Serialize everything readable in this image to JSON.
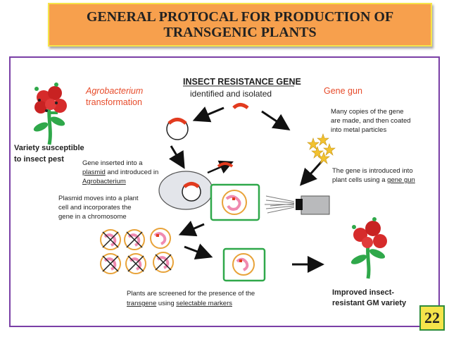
{
  "title": {
    "line1": "GENERAL PROTOCAL FOR PRODUCTION OF",
    "line2": "TRANSGENIC PLANTS"
  },
  "page_number": "22",
  "diagram": {
    "header_bold": "INSECT RESISTANCE GENE",
    "header_sub": "identified and isolated",
    "agro_line1": "Agrobacterium",
    "agro_line2": "transformation",
    "gene_gun": "Gene gun",
    "variety_line1": "Variety  susceptible",
    "variety_line2": "to insect pest",
    "copies_line1": "Many copies of the gene",
    "copies_line2": "are made, and  then coated",
    "copies_line3": "into  metal particles",
    "inserted_line1": "Gene inserted into a",
    "inserted_line2a": "plasmid",
    "inserted_line2b": " and introduced in",
    "inserted_line3": "Agrobacterium",
    "introduced_line1": "The gene is introduced into",
    "introduced_line2a": "plant cells using a ",
    "introduced_line2b": "gene gun",
    "plasmid_line1": "Plasmid moves into a plant",
    "plasmid_line2": "cell and incorporates the",
    "plasmid_line3": "gene in a chromosome",
    "screen_line1": "Plants are screened for the presence of the",
    "screen_line2a": "transgene",
    "screen_line2b": " using ",
    "screen_line2c": "selectable markers",
    "improved_line1": "Improved  insect-",
    "improved_line2": "resistant GM variety"
  },
  "colors": {
    "title_bg": "#f7a04d",
    "title_border": "#f5e44a",
    "frame": "#7a3fa6",
    "accent_red": "#e74c2b",
    "cell_green": "#2fa84a"
  }
}
